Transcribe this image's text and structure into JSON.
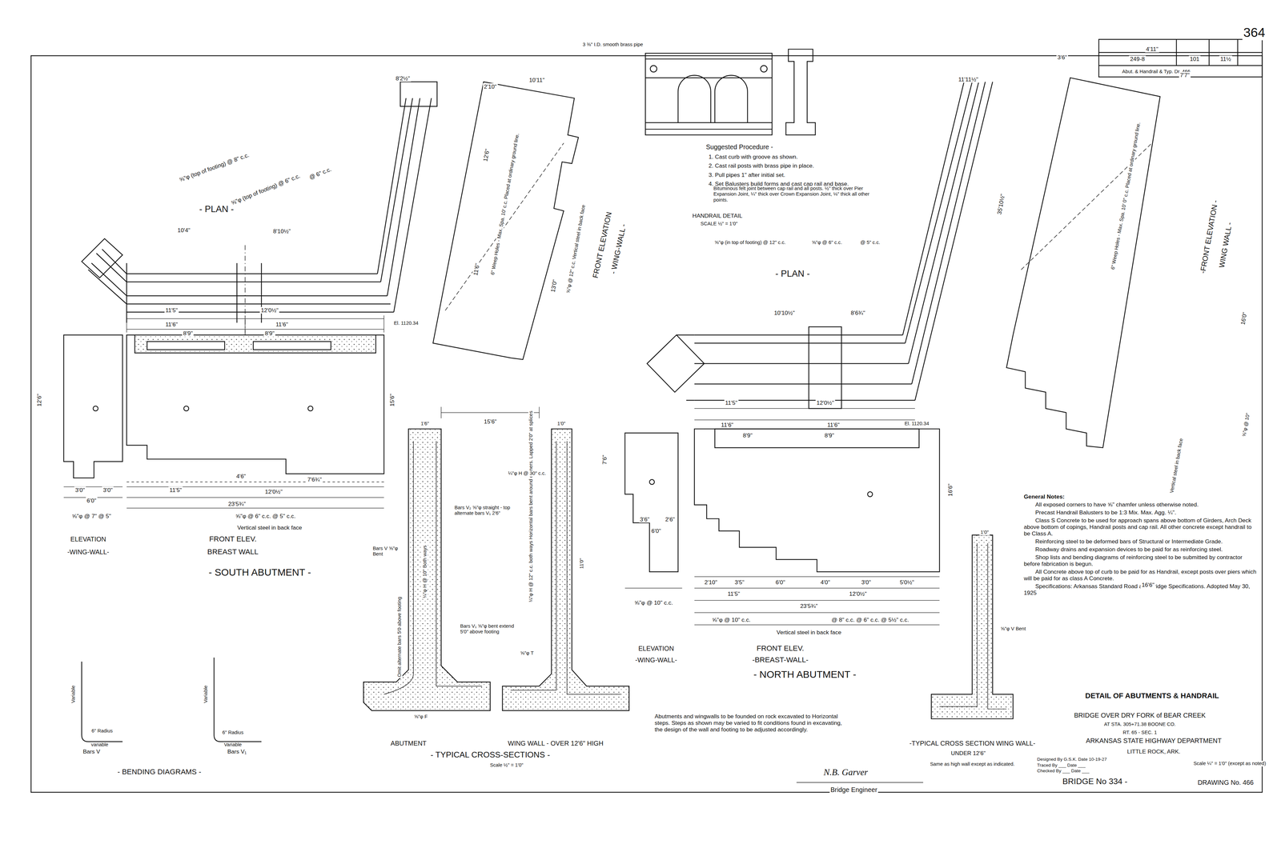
{
  "diagram": {
    "title": "DETAIL OF ABUTMENTS & HANDRAIL",
    "labels": [
      "364",
      "249-8",
      "101",
      "11½",
      "Abut. & Handrail & Typ. Dr. 466",
      "- PLAN -",
      "⅝\"φ (top of footing) @ 6\" c.c.",
      "@ 6\" c.c.",
      "⅝\"φ (top of footing) @ 8\" c.c.",
      "8'10½\"",
      "10'4\"",
      "8'2½\"",
      "11'5\"",
      "12'0½\"",
      "11'6\"",
      "11'6\"",
      "8'9\"",
      "8'9\"",
      "El. 1120.34",
      "12'6\"",
      "15'6\"",
      "3'0\"",
      "3'0\"",
      "6'0\"",
      "4'6\"",
      "7'6¾\"",
      "11'5\"",
      "12'0½\"",
      "23'5¾\"",
      "⅝\"φ @ 7\" @ 5\"",
      "⅝\"φ @ 6\" c.c. @ 5\" c.c.",
      "Vertical steel in back face",
      "ELEVATION",
      "-WING-WALL-",
      "FRONT ELEV.",
      "BREAST WALL",
      "- SOUTH ABUTMENT -",
      "FRONT ELEVATION",
      "- WING-WALL -",
      "2'10\"",
      "10'11\"",
      "12'6\"",
      "11'6\"",
      "13'0\"",
      "15'6\"",
      "6\" Weep Holes - Max. Spa. 10' c.c. Placed at ordinary ground line.",
      "⅝\"φ @ 12\" c.c. Vertical steel in back face",
      "3 ⅜\" I.D. smooth brass pipe",
      "Suggested Procedure -",
      "1. Cast curb with groove as shown.",
      "2. Cast rail posts with brass pipe in place.",
      "3. Pull pipes 1\" after initial set.",
      "4. Set Balusters build forms and cast cap rail and base.",
      "Bituminous felt joint between cap rail and all posts. ½\" thick over Pier Expansion Joint, ¼\" thick over Crown Expansion Joint, ⅛\" thick all other points.",
      "HANDRAIL DETAIL",
      "SCALE ½\" = 1'0\"",
      "- PLAN -",
      "⅝\"φ (in top of footing) @ 12\" c.c.",
      "⅝\"φ @ 6\" c.c.",
      "@ 5\" c.c.",
      "10'10½\"",
      "8'6¾\"",
      "11'5\"",
      "12'0½\"",
      "11'6\"",
      "11'6\"",
      "8'9\"",
      "8'9\"",
      "El. 1120.34",
      "16'6\"",
      "7'6\"",
      "3'6\"",
      "2'6\"",
      "6'0\"",
      "2'10\"",
      "3'5\"",
      "6'0\"",
      "4'0\"",
      "3'0\"",
      "5'0½\"",
      "11'5\"",
      "12'0½\"",
      "23'5¾\"",
      "⅝\"φ @ 10\" c.c.",
      "@ 8\" c.c. @ 6\" c.c. @ 5½\" c.c.",
      "Vertical steel in back face",
      "⅝\"φ @ 10\" c.c.",
      "ELEVATION",
      "-WING-WALL-",
      "FRONT ELEV.",
      "-BREAST-WALL-",
      "- NORTH ABUTMENT -",
      "-FRONT ELEVATION -",
      "WING WALL -",
      "4'11\"",
      "7'7\"",
      "3'6\"",
      "11'11½\"",
      "35'10½\"",
      "16'0\"",
      "16'6\"",
      "6\" Weep Holes - Max. Spa. 10' 0\" c.c. Placed at ordinary ground line.",
      "⅝\"φ @ 10\"",
      "Vertical steel in back face",
      "General Notes:",
      "All exposed corners to have ⅝\" chamfer unless otherwise noted.",
      "Precast Handrail Balusters to be 1:3 Mix. Max. Agg. ¼\".",
      "Class S Concrete to be used for approach spans above bottom of Girders, Arch Deck above bottom of copings, Handrail posts and cap rail. All other concrete except handrail to be Class A.",
      "Reinforcing steel to be deformed bars of Structural or Intermediate Grade.",
      "Roadway drains and expansion devices to be paid for as reinforcing steel.",
      "Shop lists and bending diagrams of reinforcing steel to be submitted by contractor before fabrication is begun.",
      "All Concrete above top of curb to be paid for as Handrail, except posts over piers which will be paid for as class A Concrete.",
      "Specifications: Arkansas Standard Road and Bridge Specifications. Adopted May 30, 1925",
      "BRIDGE OVER DRY FORK of BEAR CREEK",
      "AT STA. 305+71.38 BOONE CO.",
      "RT. 65 - SEC. 1",
      "ARKANSAS STATE HIGHWAY DEPARTMENT",
      "LITTLE ROCK, ARK.",
      "Designed By G.S.K. Date 10-19-27",
      "Traced By ___ Date ___",
      "Checked By ___ Date ___",
      "Scale ¼\" = 1'0\" (except as noted)",
      "BRIDGE No 334 -",
      "DRAWING No. 466",
      "N.B. Garver",
      "Bridge Engineer",
      "Abutments and wingwalls to be founded on rock excavated to Horizontal steps. Steps as shown may be varied to fit conditions found in excavating, the design of the wall and footing to be adjusted accordingly.",
      "ABUTMENT",
      "WING WALL - OVER 12'6\" HIGH",
      "- TYPICAL CROSS-SECTIONS -",
      "Scale ½\" = 1'0\"",
      "-TYPICAL CROSS SECTION WING WALL-",
      "UNDER 12'6\"",
      "Same as high wall except as indicated.",
      "- BENDING DIAGRAMS -",
      "Bars V",
      "Bars V₁",
      "Variable",
      "Variable",
      "6\" Radius",
      "6\" Radius",
      "variable",
      "Variable",
      "1'6\"",
      "1'0\"",
      "11'0\"",
      "Bars V₂ ⅝\"φ straight - top alternate bars V₁ 2'6\"",
      "¼\"φ H @ 12\" c.c. both ways Horizontal bars bent around corners. Lapped 2'0\" at splices",
      "¼\"φ H @ 10\" Both ways",
      "Bars V₁ ⅝\"φ bent extend 5'0\" above footing",
      "Omit alternate bars 5'0 above footing",
      "⅝\"φ T",
      "⅝\"φ F",
      "¼\"φ H @ 30\" c.c.",
      "Bars V ⅝\"φ Bent",
      "⅝\"φ V Bent",
      "1'0\""
    ]
  }
}
